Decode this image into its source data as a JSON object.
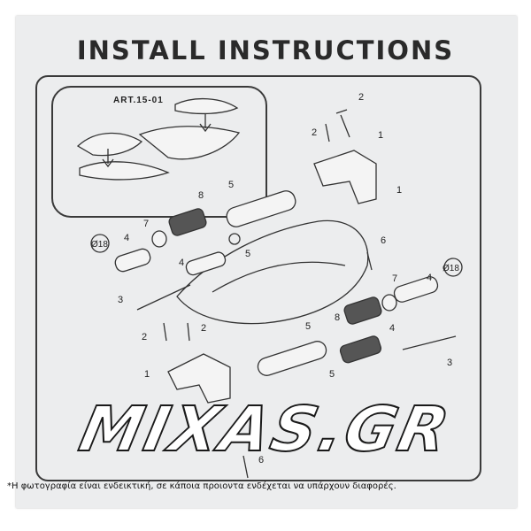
{
  "header": {
    "title": "INSTALL INSTRUCTIONS"
  },
  "diagram": {
    "article_code": "ART.15-01",
    "part_numbers": [
      "1",
      "2",
      "3",
      "4",
      "5",
      "6",
      "7",
      "8"
    ],
    "diameter_label": "Ø18"
  },
  "watermark": {
    "text": "MIXAS.GR"
  },
  "footer": {
    "disclaimer": "*Η φωτογραφία είναι ενδεικτική, σε κάποια προιοντα ενδέχεται να υπάρχουν διαφορές."
  }
}
